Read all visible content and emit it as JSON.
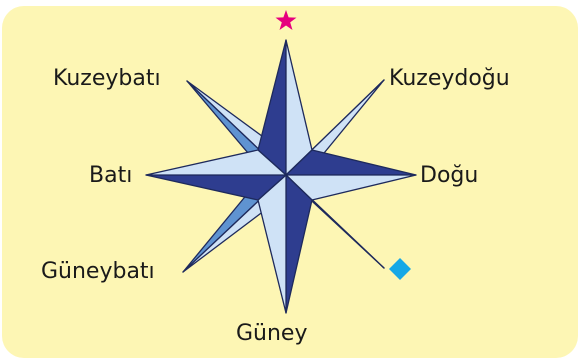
{
  "compass": {
    "labels": {
      "north_west": "Kuzeybatı",
      "north_east": "Kuzeydoğu",
      "west": "Batı",
      "east": "Doğu",
      "south_west": "Güneybatı",
      "south": "Güney"
    },
    "markers": {
      "star_icon": "star-icon",
      "diamond_icon": "diamond-icon"
    },
    "colors": {
      "background": "#fdf6b4",
      "dark_blue": "#2e3d8f",
      "mid_blue": "#5f93d1",
      "light_blue": "#cfe2f6",
      "outline": "#1e2a5c",
      "star": "#e6007e",
      "diamond": "#16a8e6",
      "text": "#1a1a1a"
    }
  }
}
